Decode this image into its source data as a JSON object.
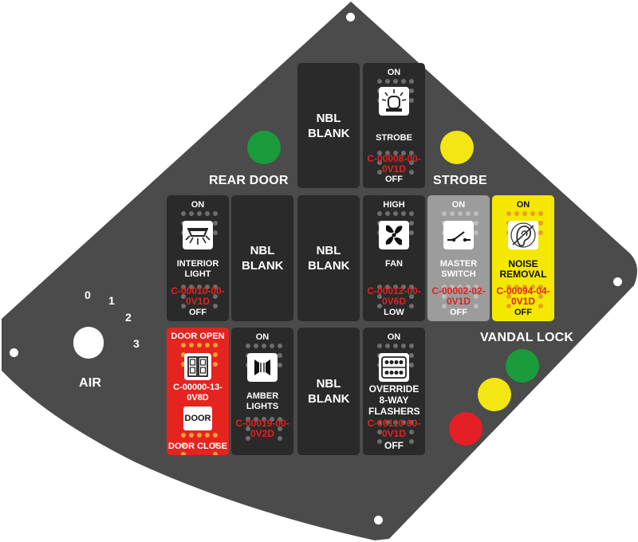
{
  "colors": {
    "panel": "#4b4b4b",
    "switch_bg": "#2a2a2a",
    "master_bg": "#9c9c9c",
    "noise_bg": "#f5e800",
    "door_bg": "#e52420",
    "led_green": "#1a9b3c",
    "led_yellow": "#f3e612",
    "led_red": "#e41f25",
    "code_red": "#e02222"
  },
  "labels": {
    "rear_door": "REAR DOOR",
    "strobe": "STROBE",
    "vandal_lock": "VANDAL LOCK",
    "air": "AIR"
  },
  "dial": {
    "positions": [
      "0",
      "1",
      "2",
      "3"
    ]
  },
  "switches": {
    "strobe": {
      "top": "ON",
      "name": "STROBE",
      "code": "C-00008-00-0V1D",
      "bottom": "OFF",
      "icon": "strobe-light-icon"
    },
    "interior": {
      "top": "ON",
      "name": "INTERIOR LIGHT",
      "code": "C-00010-00-0V1D",
      "bottom": "OFF",
      "icon": "dome-light-icon"
    },
    "fan": {
      "top": "HIGH",
      "name": "FAN",
      "code": "C-00012-00-0V6D",
      "bottom": "LOW",
      "icon": "fan-icon"
    },
    "master": {
      "top": "ON",
      "name": "MASTER SWITCH",
      "code": "C-00002-02-0V1D",
      "bottom": "OFF",
      "icon": "toggle-switch-icon"
    },
    "noise": {
      "top": "ON",
      "name": "NOISE REMOVAL",
      "code": "C-00094-04-0V1D",
      "bottom": "OFF",
      "icon": "ear-icon"
    },
    "door": {
      "top": "DOOR OPEN",
      "code": "C-00000-13-0V8D",
      "button": "DOOR",
      "bottom": "DOOR CLOSE",
      "icon": "double-door-icon"
    },
    "amber": {
      "top": "ON",
      "name": "AMBER LIGHTS",
      "code": "C-00019-00-0V2D",
      "icon": "amber-light-icon"
    },
    "flashers": {
      "top": "ON",
      "name": "OVERRIDE 8-WAY FLASHERS",
      "code": "C-00110-00-0V1D",
      "bottom": "OFF",
      "icon": "flasher-icon"
    }
  },
  "blanks": [
    "NBL BLANK",
    "NBL BLANK",
    "NBL BLANK",
    "NBL BLANK"
  ]
}
